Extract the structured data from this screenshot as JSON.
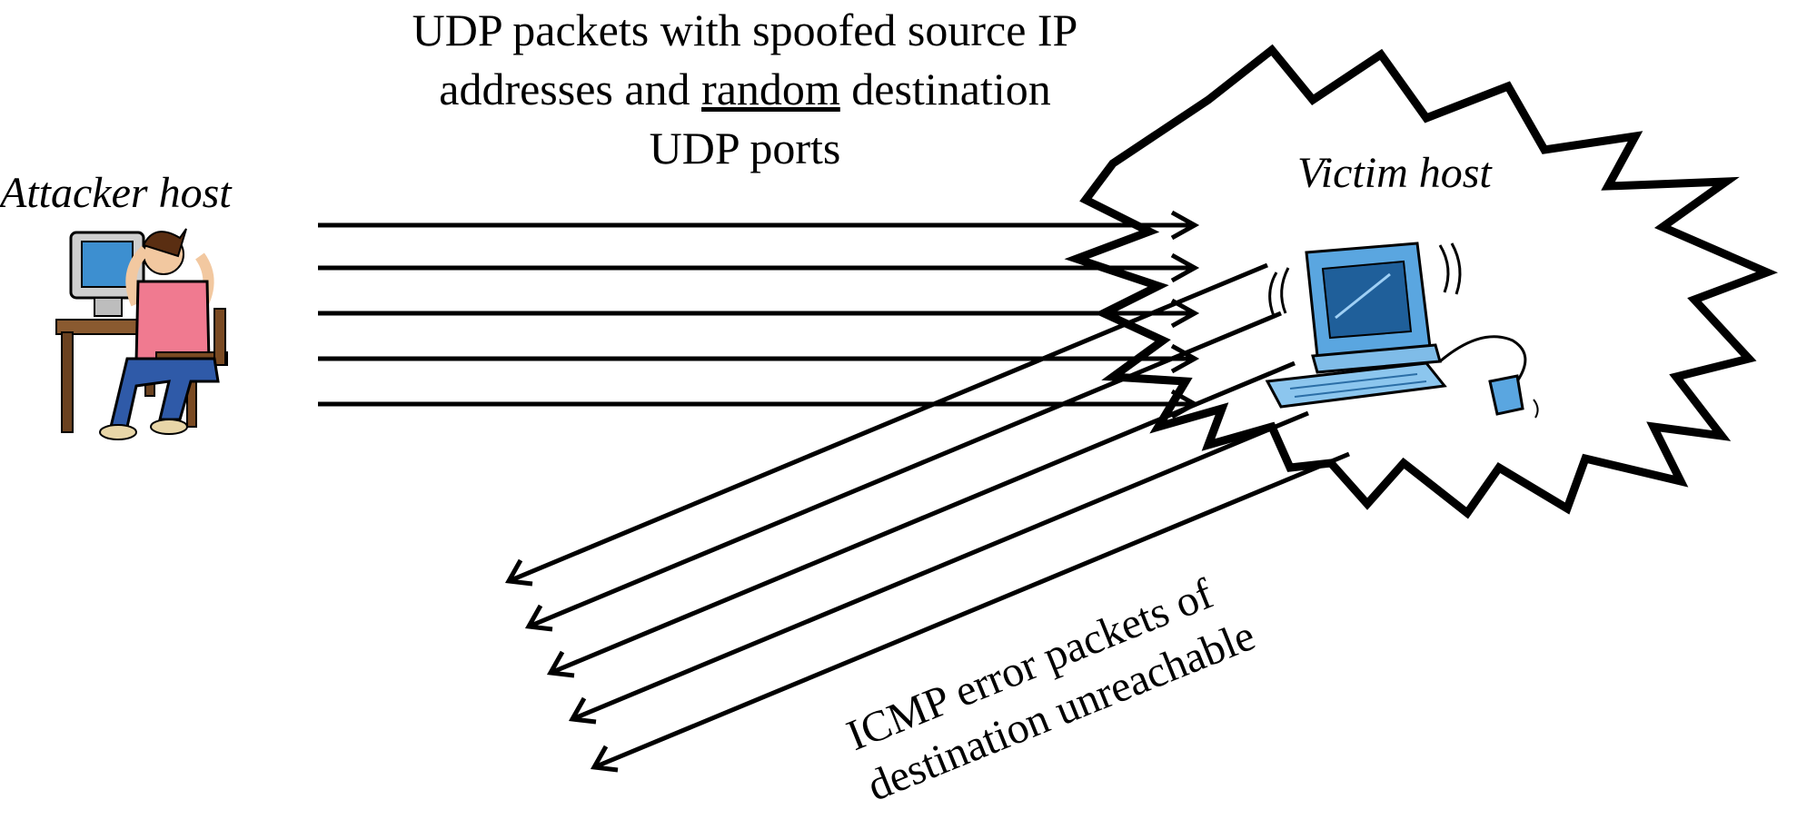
{
  "udp_label": {
    "line1": "UDP packets with spoofed source IP",
    "line2_before": "addresses and ",
    "line2_underlined": "random",
    "line2_after": " destination",
    "line3": "UDP ports"
  },
  "attacker_label": "Attacker host",
  "victim_label": "Victim host",
  "icmp_label": {
    "line1": "ICMP error packets of",
    "line2": "destination unreachable"
  },
  "flows": {
    "outgoing_udp_arrows": 5,
    "returning_icmp_arrows": 5
  },
  "colors": {
    "lines": "#000000",
    "background": "#ffffff",
    "computer_blue": "#5aa6e0",
    "attacker_shirt": "#f07a90",
    "attacker_pants": "#2f5aa8"
  },
  "icons": {
    "attacker": "person-at-computer-icon",
    "victim": "shaking-computer-icon"
  }
}
